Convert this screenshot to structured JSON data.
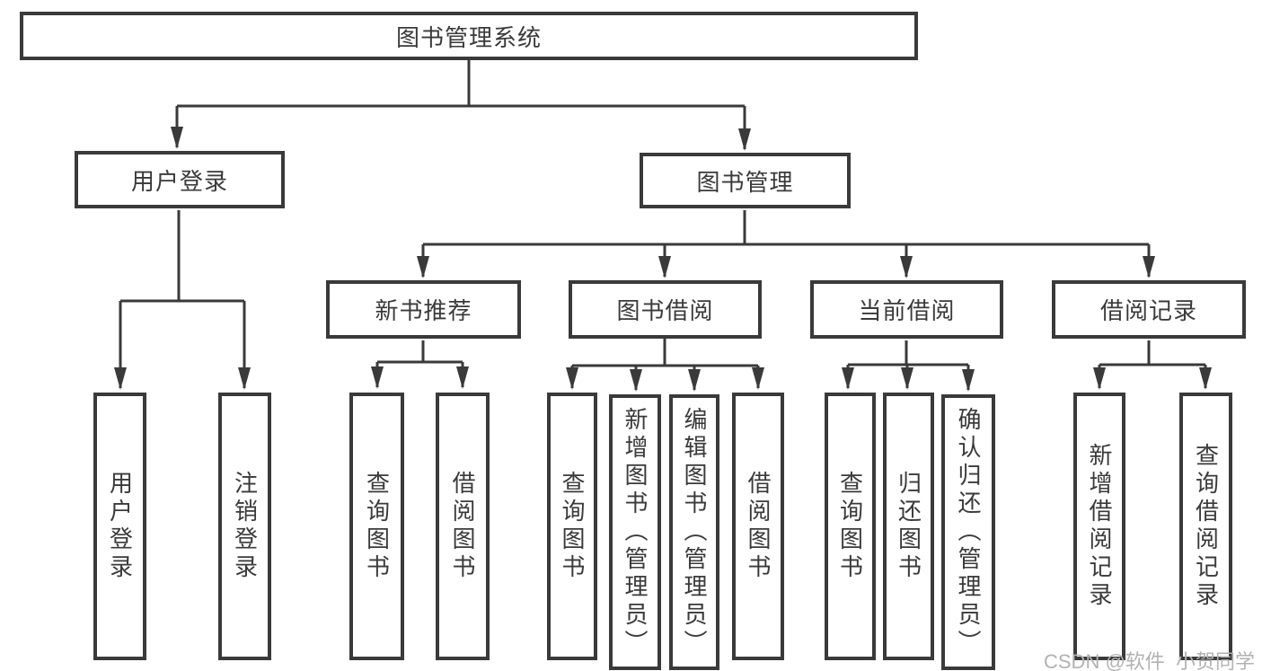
{
  "diagram": {
    "title": "图书管理系统",
    "watermark": "CSDN @软件_小贺同学",
    "colors": {
      "line": "#3a3a3a",
      "box_border": "#3a3a3a",
      "box_background": "#ffffff",
      "text": "#3a3a3a",
      "watermark": "#b2b2b2"
    },
    "root": {
      "label": "图书管理系统",
      "children": [
        {
          "label": "用户登录",
          "children": [
            {
              "label": "用户登录"
            },
            {
              "label": "注销登录"
            }
          ]
        },
        {
          "label": "图书管理",
          "children": [
            {
              "label": "新书推荐",
              "children": [
                {
                  "label": "查询图书"
                },
                {
                  "label": "借阅图书"
                }
              ]
            },
            {
              "label": "图书借阅",
              "children": [
                {
                  "label": "查询图书"
                },
                {
                  "label": "新增图书（管理员）"
                },
                {
                  "label": "编辑图书（管理员）"
                },
                {
                  "label": "借阅图书"
                }
              ]
            },
            {
              "label": "当前借阅",
              "children": [
                {
                  "label": "查询图书"
                },
                {
                  "label": "归还图书"
                },
                {
                  "label": "确认归还（管理员）"
                }
              ]
            },
            {
              "label": "借阅记录",
              "children": [
                {
                  "label": "新增借阅记录"
                },
                {
                  "label": "查询借阅记录"
                }
              ]
            }
          ]
        }
      ]
    }
  }
}
